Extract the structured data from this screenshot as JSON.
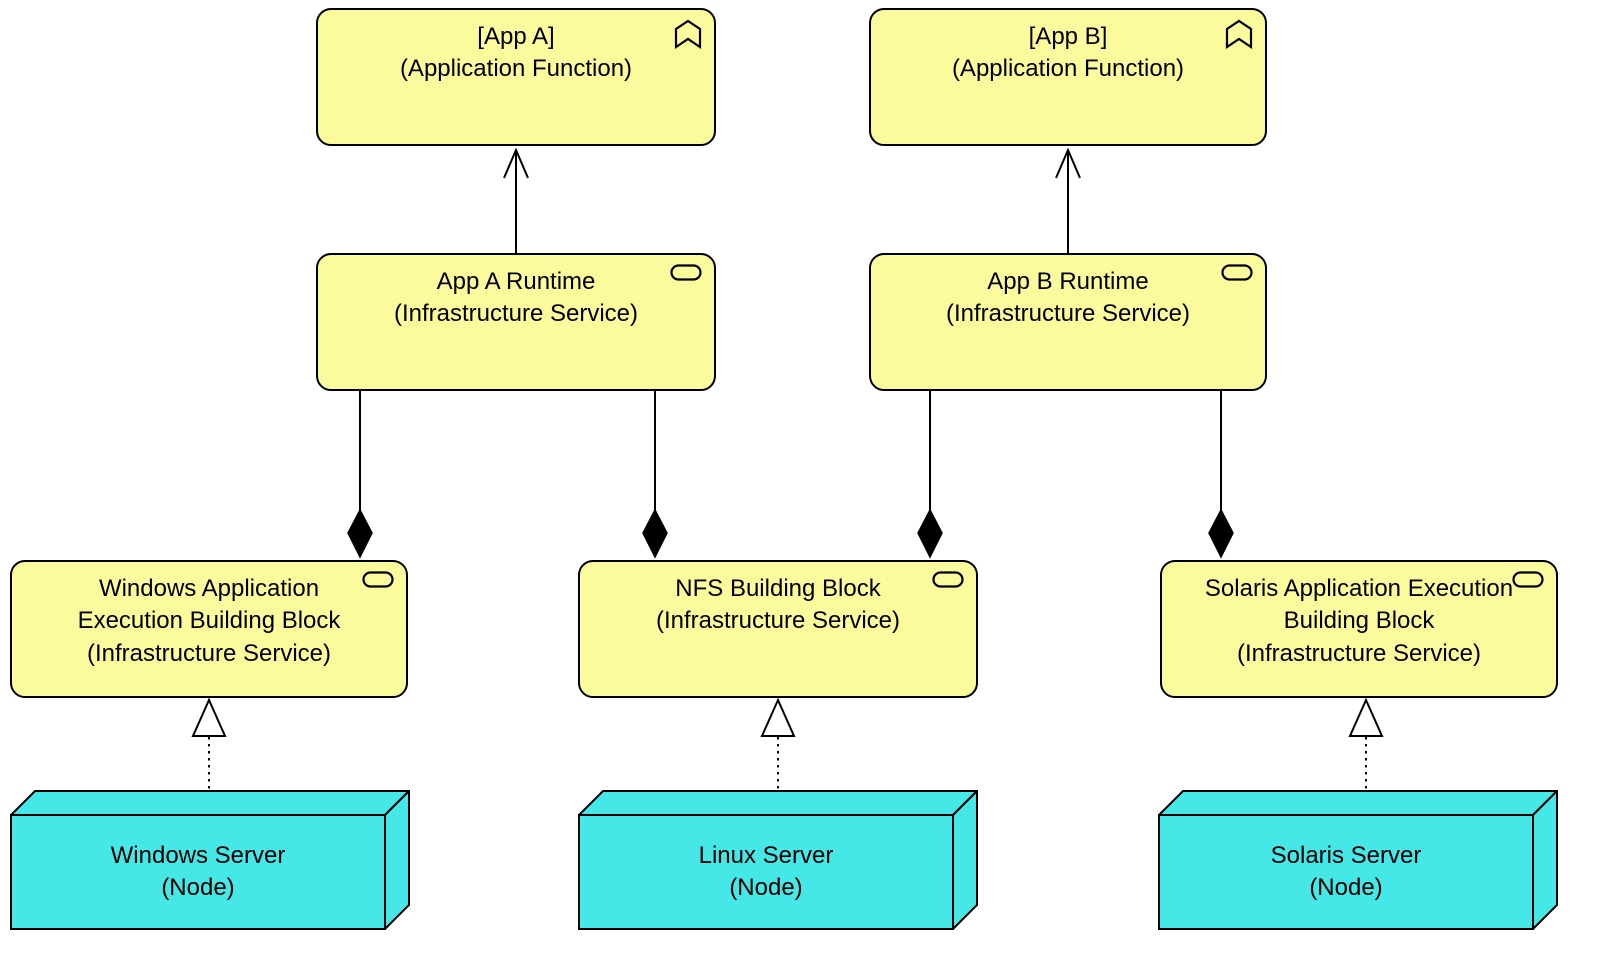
{
  "colors": {
    "app_yellow": "#FBFB9E",
    "node_cyan": "#46E7E7",
    "stroke_black": "#000000",
    "background": "#FFFFFF"
  },
  "icons": {
    "application_function": "chevron-up-icon",
    "infrastructure_service": "rounded-rectangle-icon"
  },
  "elements": {
    "app_a": {
      "name": "[App A]",
      "type": "(Application Function)"
    },
    "app_b": {
      "name": "[App B]",
      "type": "(Application Function)"
    },
    "app_a_runtime": {
      "name": "App A Runtime",
      "type": "(Infrastructure Service)"
    },
    "app_b_runtime": {
      "name": "App B Runtime",
      "type": "(Infrastructure Service)"
    },
    "windows_bb": {
      "name": "Windows Application Execution Building Block",
      "type": "(Infrastructure Service)"
    },
    "nfs_bb": {
      "name": "NFS Building Block",
      "type": "(Infrastructure Service)"
    },
    "solaris_bb": {
      "name": "Solaris Application Execution Building Block",
      "type": "(Infrastructure Service)"
    },
    "windows_server": {
      "name": "Windows Server",
      "type": "(Node)"
    },
    "linux_server": {
      "name": "Linux Server",
      "type": "(Node)"
    },
    "solaris_server": {
      "name": "Solaris Server",
      "type": "(Node)"
    }
  },
  "relationships": [
    {
      "from": "app_a_runtime",
      "to": "app_a",
      "type": "serving-open-arrow"
    },
    {
      "from": "app_b_runtime",
      "to": "app_b",
      "type": "serving-open-arrow"
    },
    {
      "from": "app_a_runtime",
      "to": "windows_bb",
      "type": "composition-filled-diamond"
    },
    {
      "from": "app_a_runtime",
      "to": "nfs_bb",
      "type": "composition-filled-diamond"
    },
    {
      "from": "app_b_runtime",
      "to": "nfs_bb",
      "type": "composition-filled-diamond"
    },
    {
      "from": "app_b_runtime",
      "to": "solaris_bb",
      "type": "composition-filled-diamond"
    },
    {
      "from": "windows_server",
      "to": "windows_bb",
      "type": "realization-dotted-hollow-triangle"
    },
    {
      "from": "linux_server",
      "to": "nfs_bb",
      "type": "realization-dotted-hollow-triangle"
    },
    {
      "from": "solaris_server",
      "to": "solaris_bb",
      "type": "realization-dotted-hollow-triangle"
    }
  ]
}
